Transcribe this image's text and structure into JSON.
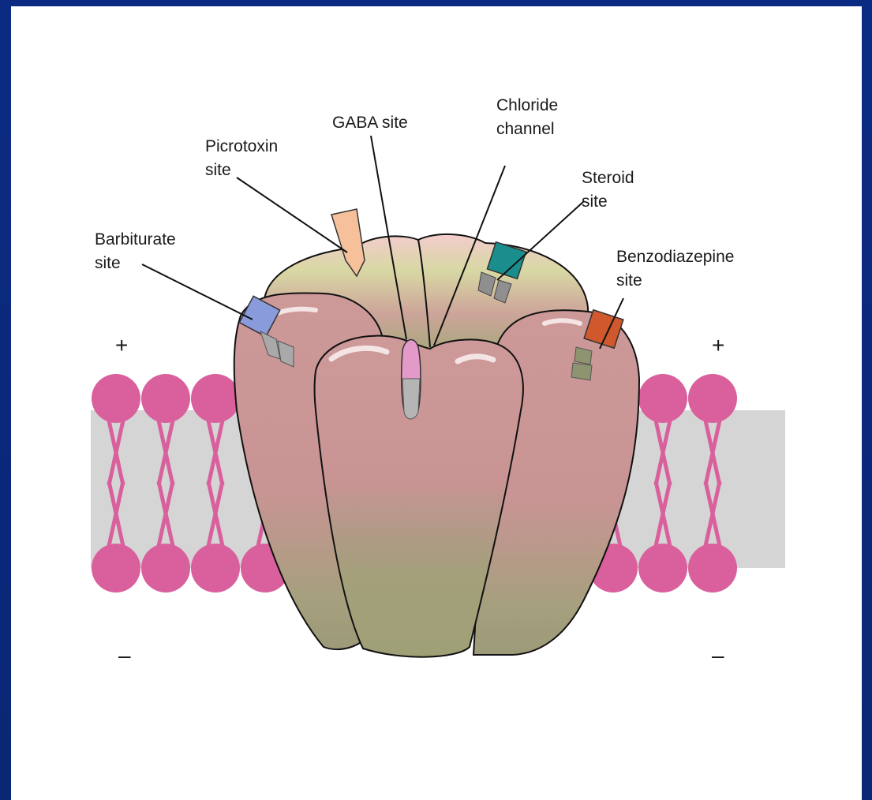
{
  "labels": {
    "picrotoxin": [
      "Picrotoxin",
      "site"
    ],
    "gaba": [
      "GABA site"
    ],
    "chloride": [
      "Chloride",
      "channel"
    ],
    "steroid": [
      "Steroid",
      "site"
    ],
    "barbiturate": [
      "Barbiturate",
      "site"
    ],
    "benzodiazepine": [
      "Benzodiazepine",
      "site"
    ]
  },
  "signs": {
    "top_left": "+",
    "top_right": "+",
    "bottom_left": "–",
    "bottom_right": "–"
  },
  "colors": {
    "frame": "#0b2b83",
    "lipid_head": "#d9609c",
    "membrane_core": "#d5d5d5",
    "subunit": "#c99494",
    "subunit_dark": "#a0a077",
    "subunit_top": "#d2d29a",
    "picrotoxin_site": "#f6c09a",
    "steroid_site": "#1a8d8d",
    "barbiturate_site": "#8a9bdc",
    "benzodiazepine_site": "#d0582c",
    "gaba_site": "#e39ac8"
  }
}
